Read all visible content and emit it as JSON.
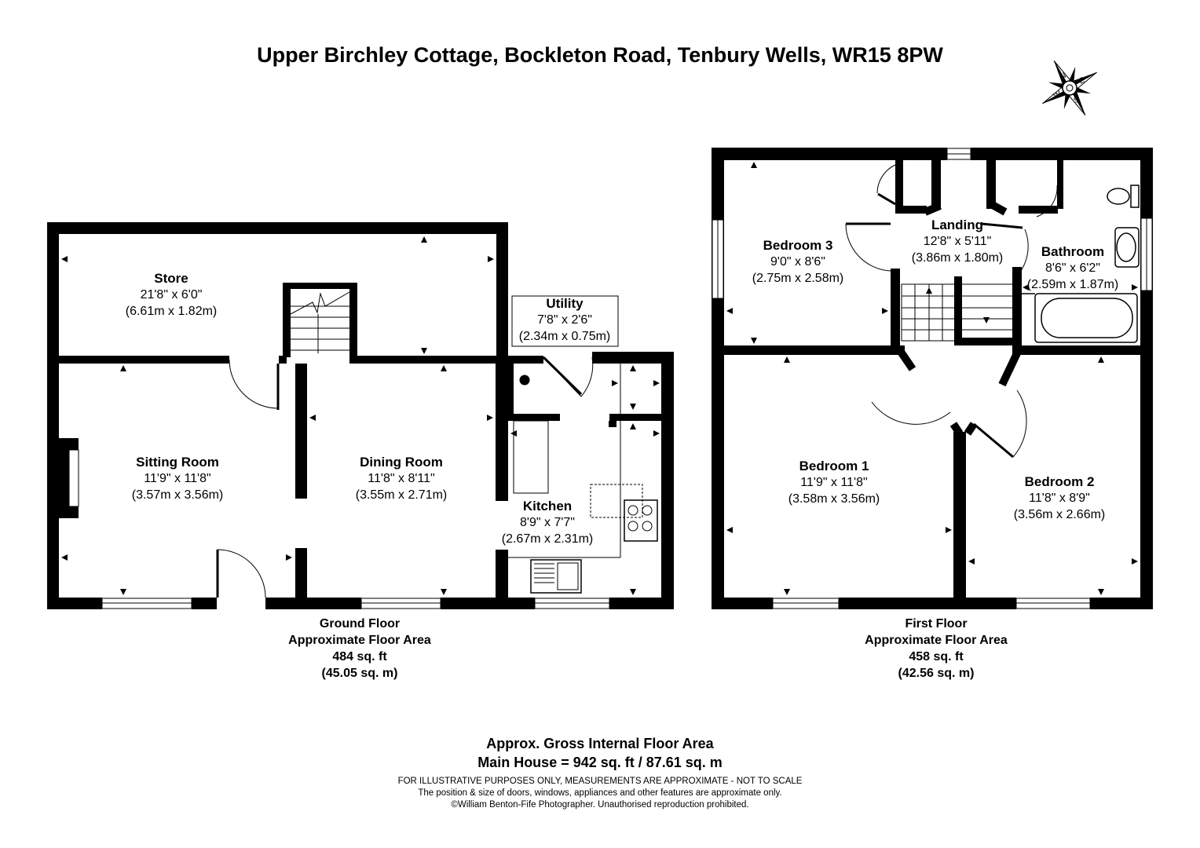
{
  "title": "Upper Birchley Cottage, Bockleton Road, Tenbury Wells, WR15 8PW",
  "compass": {
    "icon": "compass-rose-icon",
    "letters": [
      "N",
      "E",
      "S",
      "W"
    ]
  },
  "ground_floor": {
    "rooms": [
      {
        "name": "Store",
        "imperial": "21'8\" x 6'0\"",
        "metric": "(6.61m x 1.82m)"
      },
      {
        "name": "Utility",
        "imperial": "7'8\" x 2'6\"",
        "metric": "(2.34m x 0.75m)"
      },
      {
        "name": "Sitting Room",
        "imperial": "11'9\" x 11'8\"",
        "metric": "(3.57m x 3.56m)"
      },
      {
        "name": "Dining Room",
        "imperial": "11'8\" x 8'11\"",
        "metric": "(3.55m x 2.71m)"
      },
      {
        "name": "Kitchen",
        "imperial": "8'9\" x 7'7\"",
        "metric": "(2.67m x 2.31m)"
      }
    ],
    "label": "Ground Floor",
    "area_label": "Approximate Floor Area",
    "area_sqft": "484 sq. ft",
    "area_sqm": "(45.05 sq. m)"
  },
  "first_floor": {
    "rooms": [
      {
        "name": "Bedroom 3",
        "imperial": "9'0\" x 8'6\"",
        "metric": "(2.75m x 2.58m)"
      },
      {
        "name": "Landing",
        "imperial": "12'8\" x 5'11\"",
        "metric": "(3.86m x 1.80m)"
      },
      {
        "name": "Bathroom",
        "imperial": "8'6\" x 6'2\"",
        "metric": "(2.59m x 1.87m)"
      },
      {
        "name": "Bedroom 1",
        "imperial": "11'9\" x 11'8\"",
        "metric": "(3.58m x 3.56m)"
      },
      {
        "name": "Bedroom 2",
        "imperial": "11'8\" x 8'9\"",
        "metric": "(3.56m x 2.66m)"
      }
    ],
    "label": "First Floor",
    "area_label": "Approximate Floor Area",
    "area_sqft": "458 sq. ft",
    "area_sqm": "(42.56 sq. m)"
  },
  "gross": {
    "line1": "Approx. Gross Internal Floor Area",
    "line2": "Main House = 942 sq. ft / 87.61 sq. m"
  },
  "disclaimer": {
    "line1": "FOR ILLUSTRATIVE PURPOSES ONLY, MEASUREMENTS ARE APPROXIMATE - NOT TO SCALE",
    "line2": "The position & size of doors, windows, appliances and other features are approximate only.",
    "line3": "©William Benton-Fife Photographer. Unauthorised reproduction prohibited."
  }
}
